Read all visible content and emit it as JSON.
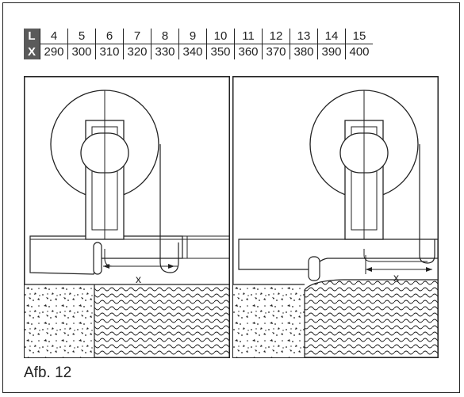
{
  "table": {
    "l_label": "L",
    "x_label": "X",
    "L": [
      "4",
      "5",
      "6",
      "7",
      "8",
      "9",
      "10",
      "11",
      "12",
      "13",
      "14",
      "15"
    ],
    "X": [
      "290",
      "300",
      "310",
      "320",
      "330",
      "340",
      "350",
      "360",
      "370",
      "380",
      "390",
      "400"
    ]
  },
  "panels": [
    {
      "dimension_label": "x"
    },
    {
      "dimension_label": "x"
    }
  ],
  "caption": "Afb. 12"
}
